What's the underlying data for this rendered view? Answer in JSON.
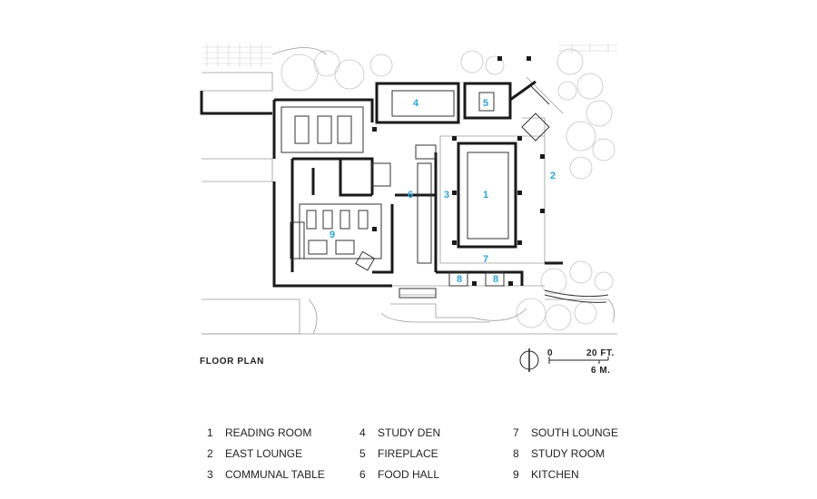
{
  "plan_title": "FLOOR PLAN",
  "room_labels": [
    "4",
    "5",
    "2",
    "6",
    "3",
    "1",
    "9",
    "7",
    "8",
    "8"
  ],
  "scale": {
    "zero": "0",
    "feet": "20 FT.",
    "meters": "6 M."
  },
  "legend": [
    {
      "num": "1",
      "name": "READING ROOM"
    },
    {
      "num": "2",
      "name": "EAST LOUNGE"
    },
    {
      "num": "3",
      "name": "COMMUNAL TABLE"
    },
    {
      "num": "4",
      "name": "STUDY DEN"
    },
    {
      "num": "5",
      "name": "FIREPLACE"
    },
    {
      "num": "6",
      "name": "FOOD HALL"
    },
    {
      "num": "7",
      "name": "SOUTH LOUNGE"
    },
    {
      "num": "8",
      "name": "STUDY ROOM"
    },
    {
      "num": "9",
      "name": "KITCHEN"
    }
  ],
  "colors": {
    "label_blue": "#29a3d6",
    "wall": "#1a1a1a",
    "line": "#9a9a9a"
  }
}
